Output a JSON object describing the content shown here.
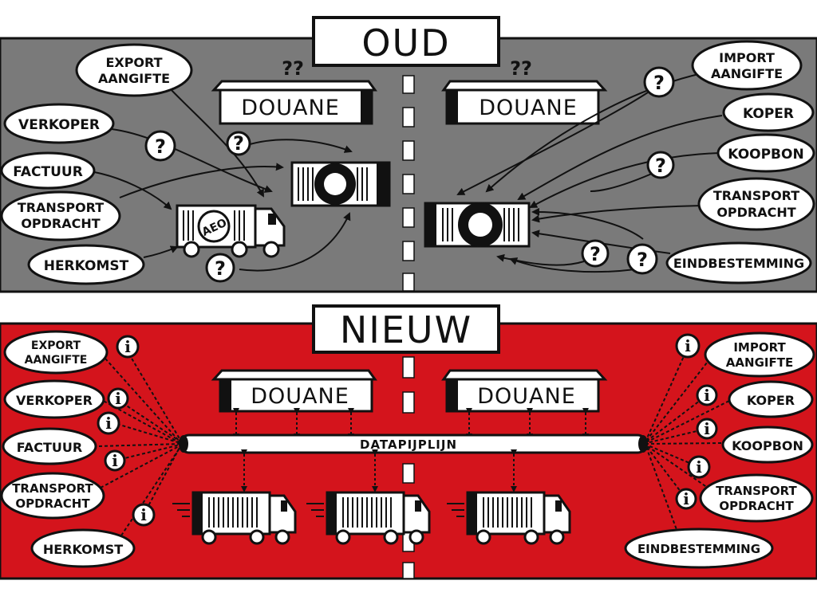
{
  "old_section": {
    "title": "OUD",
    "background": "#7a7a7a",
    "left_douane": "DOUANE",
    "right_douane": "DOUANE",
    "left_question_marks": "??",
    "right_question_marks": "??",
    "truck_badge": "AEO",
    "left_labels": [
      {
        "lines": [
          "EXPORT",
          "AANGIFTE"
        ]
      },
      {
        "lines": [
          "VERKOPER"
        ]
      },
      {
        "lines": [
          "FACTUUR"
        ]
      },
      {
        "lines": [
          "TRANSPORT",
          "OPDRACHT"
        ]
      },
      {
        "lines": [
          "HERKOMST"
        ]
      }
    ],
    "right_labels": [
      {
        "lines": [
          "IMPORT",
          "AANGIFTE"
        ]
      },
      {
        "lines": [
          "KOPER"
        ]
      },
      {
        "lines": [
          "KOOPBON"
        ]
      },
      {
        "lines": [
          "TRANSPORT",
          "OPDRACHT"
        ]
      },
      {
        "lines": [
          "EINDBESTEMMING"
        ]
      }
    ],
    "question_mark": "?"
  },
  "new_section": {
    "title": "NIEUW",
    "background": "#d4141c",
    "left_douane": "DOUANE",
    "right_douane": "DOUANE",
    "pipeline_label": "DATAPIJPLIJN",
    "info_symbol": "i",
    "left_labels": [
      {
        "lines": [
          "EXPORT",
          "AANGIFTE"
        ]
      },
      {
        "lines": [
          "VERKOPER"
        ]
      },
      {
        "lines": [
          "FACTUUR"
        ]
      },
      {
        "lines": [
          "TRANSPORT",
          "OPDRACHT"
        ]
      },
      {
        "lines": [
          "HERKOMST"
        ]
      }
    ],
    "right_labels": [
      {
        "lines": [
          "IMPORT",
          "AANGIFTE"
        ]
      },
      {
        "lines": [
          "KOPER"
        ]
      },
      {
        "lines": [
          "KOOPBON"
        ]
      },
      {
        "lines": [
          "TRANSPORT",
          "OPDRACHT"
        ]
      },
      {
        "lines": [
          "EINDBESTEMMING"
        ]
      }
    ]
  }
}
